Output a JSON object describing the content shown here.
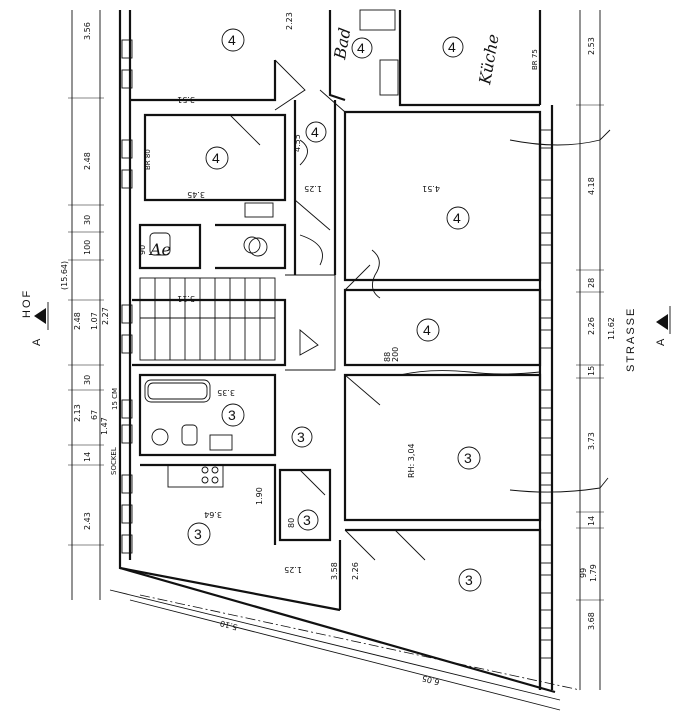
{
  "labels": {
    "hof": "HOF",
    "strasse": "STRASSE",
    "section_left": "A",
    "section_right": "A",
    "sockel": "SOCKEL",
    "room_height": "RH: 3,04",
    "hand_note_top": "Bad",
    "hand_note_right": "Küche",
    "hand_note_left": "Ae"
  },
  "room_numbers": {
    "r1": "4",
    "r2": "4",
    "r3": "4",
    "r4": "4",
    "r5": "4",
    "r6": "4",
    "r7": "4",
    "r8": "3",
    "r9": "3",
    "r10": "3",
    "r11": "3",
    "r12": "3",
    "r13": "3"
  },
  "left_dims": {
    "d1": "3.56",
    "d2": "2.48",
    "d3": "(15.64)",
    "d4": "30",
    "d5": "100",
    "d6": "2.48",
    "d7": "1.07",
    "d8": "2.27",
    "d9": "30",
    "d10": "2.13",
    "d11": "67",
    "d12": "1.47",
    "d13": "15 CM",
    "d14": "14",
    "d15": "2.43"
  },
  "right_dims": {
    "d1": "2.53",
    "d2": "4.18",
    "d3": "28",
    "d4": "2.26",
    "d5": "11.62",
    "d6": "15",
    "d7": "3.73",
    "d8": "14",
    "d9": "99",
    "d10": "1.79",
    "d11": "3.68"
  },
  "inner_dims": {
    "a": "3.51",
    "b": "2.23",
    "c": "4.55",
    "d": "1.25",
    "e": "3.45",
    "f": "4.51",
    "g": "5.11",
    "h": "3.35",
    "i": "3.64",
    "j": "1.90",
    "k": "3.58",
    "l": "2.26",
    "m": "1.25",
    "n": "88",
    "o": "200",
    "p": "BR 80",
    "q": "BR 75",
    "r": "80",
    "s": "90"
  },
  "bottom_dims": {
    "d1": "5.10",
    "d2": "6.05"
  }
}
